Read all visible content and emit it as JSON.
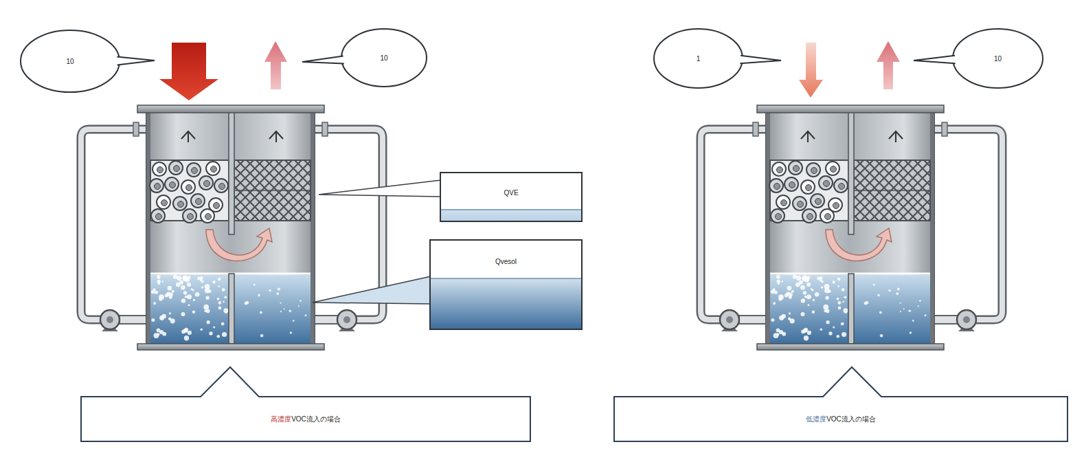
{
  "diagram": {
    "nodes": [
      {
        "text": [
          "10"
        ]
      },
      {
        "text": [
          "10"
        ]
      },
      {
        "text": [
          "1"
        ]
      },
      {
        "text": [
          "10"
        ]
      },
      {
        "text": [
          "QVE"
        ]
      },
      {
        "text": [
          "Qvesol"
        ]
      },
      {
        "text": [
          "高濃度",
          "VOC流入の場合"
        ]
      },
      {
        "text": [
          "低濃度",
          "VOC流入の場合"
        ]
      }
    ]
  }
}
